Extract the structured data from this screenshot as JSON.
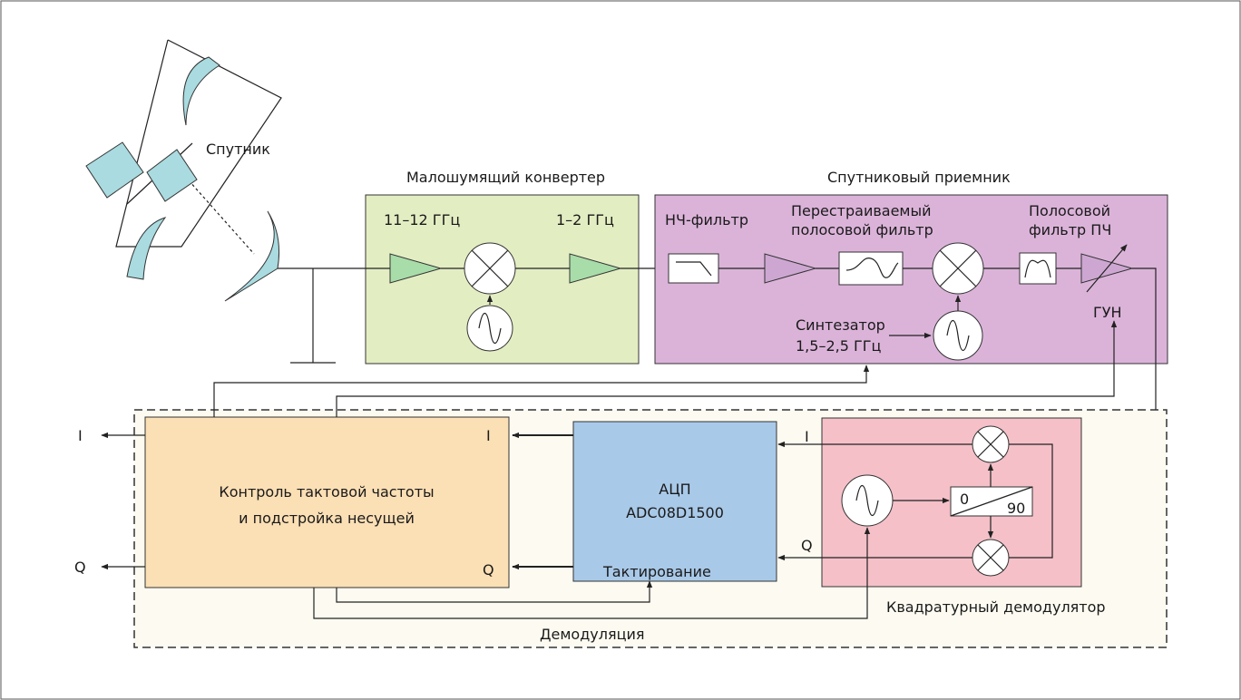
{
  "colors": {
    "lnb": "#e3edc2",
    "receiver": "#dbb3d9",
    "control": "#fbdfb5",
    "adc": "#a9c9e8",
    "quad": "#f5c0c8",
    "demod_area": "#fdfbf1",
    "satellite": "#a9dbe0"
  },
  "labels": {
    "satellite": "Спутник",
    "lnb_title": "Малошумящий конвертер",
    "lnb_in_freq": "11–12 ГГц",
    "lnb_out_freq": "1–2 ГГц",
    "receiver_title": "Спутниковый приемник",
    "lpf": "НЧ-фильтр",
    "tunable_filter_l1": "Перестраиваемый",
    "tunable_filter_l2": "полосовой фильтр",
    "if_filter_l1": "Полосовой",
    "if_filter_l2": "фильтр ПЧ",
    "vco": "ГУН",
    "synth_l1": "Синтезатор",
    "synth_l2": "1,5–2,5 ГГц",
    "control_l1": "Контроль тактовой частоты",
    "control_l2": "и подстройка несущей",
    "control_i": "I",
    "control_q": "Q",
    "adc_l1": "АЦП",
    "adc_l2": "ADC08D1500",
    "adc_clock": "Тактирование",
    "quad_i": "I",
    "quad_q": "Q",
    "phase_0": "0",
    "phase_90": "90",
    "quad_title": "Квадратурный демодулятор",
    "demod_title": "Демодуляция",
    "out_i": "I",
    "out_q": "Q"
  }
}
